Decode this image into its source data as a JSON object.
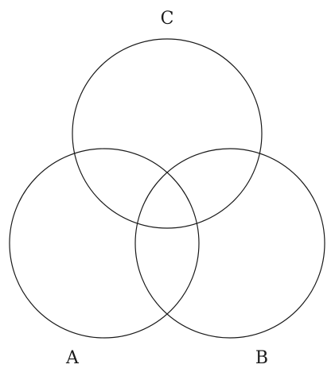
{
  "diagram": {
    "type": "venn",
    "stroke_color": "#1a1a1a",
    "background_color": "#ffffff",
    "sets": [
      {
        "id": "A",
        "label": "A"
      },
      {
        "id": "B",
        "label": "B"
      },
      {
        "id": "C",
        "label": "C"
      }
    ]
  }
}
